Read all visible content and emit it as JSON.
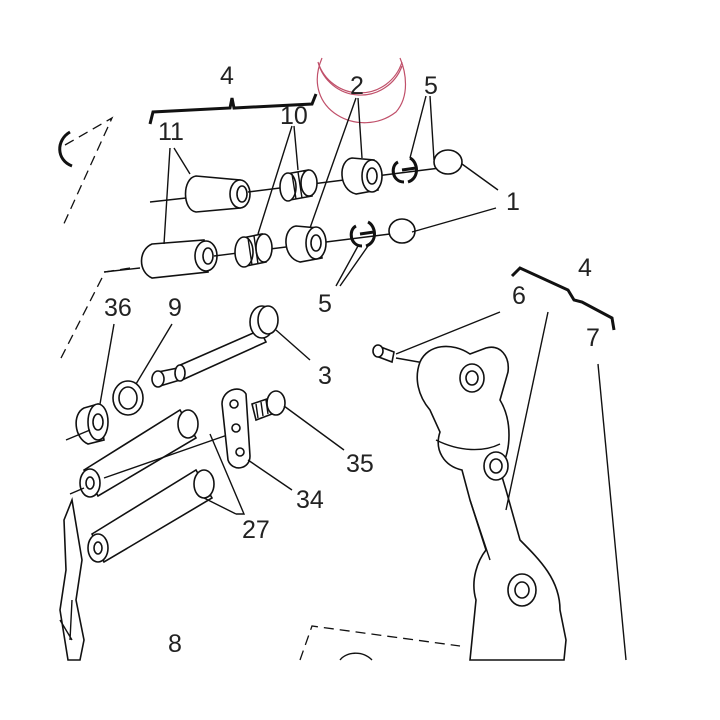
{
  "labels": {
    "bracket_top": "4",
    "part_2": "2",
    "part_5_top": "5",
    "part_11": "11",
    "part_10": "10",
    "part_1": "1",
    "part_5_bottom": "5",
    "bracket_right": "4",
    "part_6": "6",
    "part_7": "7",
    "part_36": "36",
    "part_9": "9",
    "part_3": "3",
    "part_35": "35",
    "part_34": "34",
    "part_27": "27",
    "part_8": "8"
  },
  "colors": {
    "line": "#111111",
    "label": "#222222",
    "highlight_circle": "#c0506a"
  }
}
